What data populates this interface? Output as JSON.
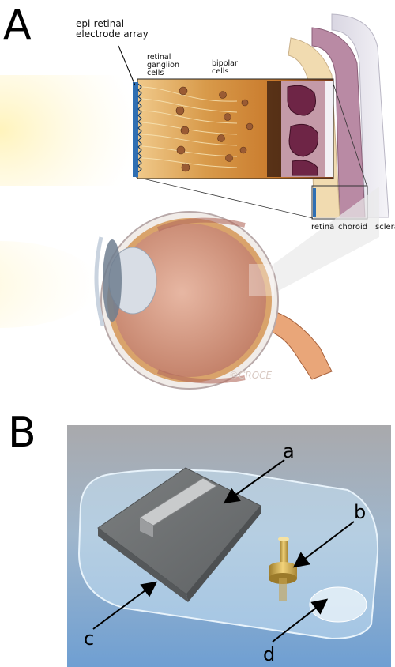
{
  "panel_a": {
    "letter": "A",
    "labels": {
      "electrode": "epi-retinal electrode array",
      "ganglion": "retinal ganglion cells",
      "bipolar": "bipolar cells",
      "retina": "retina",
      "choroid": "choroid",
      "sclera": "sclera"
    },
    "signature": "©CROCE"
  },
  "panel_b": {
    "letter": "B",
    "callouts": {
      "a": "a",
      "b": "b",
      "c": "c",
      "d": "d"
    }
  },
  "colors": {
    "electrode_blue": "#2f6fb3",
    "retina_tissue": "#c97a2c",
    "choroid": "#8a3f5e",
    "sclera": "#e4e2ea",
    "device_background": "#8fb3d6"
  }
}
